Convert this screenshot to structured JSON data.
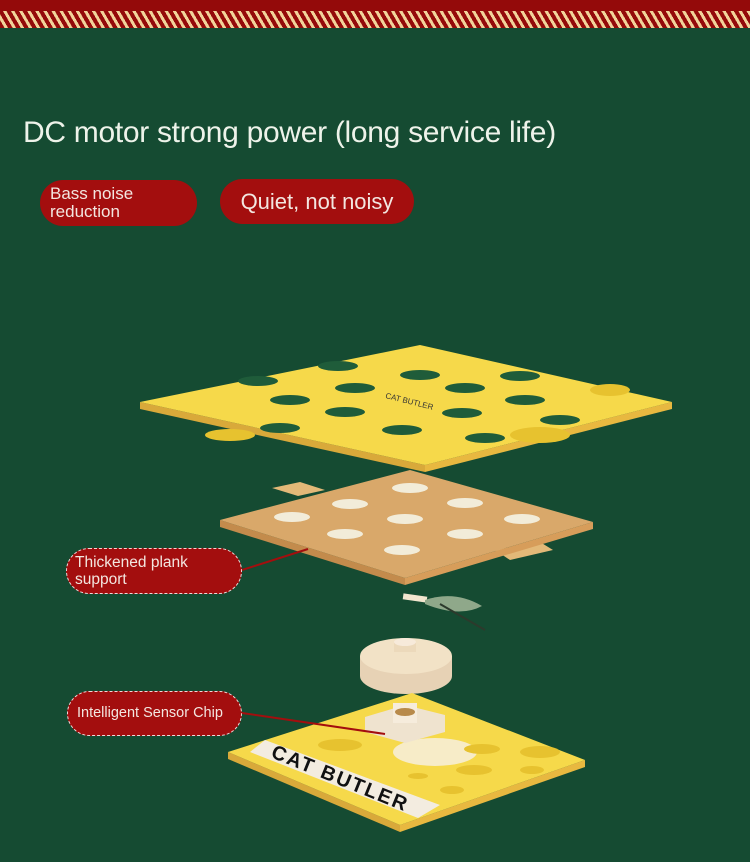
{
  "headline": "DC motor strong power (long service life)",
  "badges": [
    "Bass noise reduction",
    "Quiet, not noisy"
  ],
  "callouts": [
    "Thickened plank support",
    "Intelligent Sensor Chip"
  ],
  "product_brand": "CAT BUTLER",
  "colors": {
    "background": "#154b32",
    "accent_red": "#a30e0e",
    "cheese": "#f6d94a",
    "cork": "#d9a86a"
  }
}
